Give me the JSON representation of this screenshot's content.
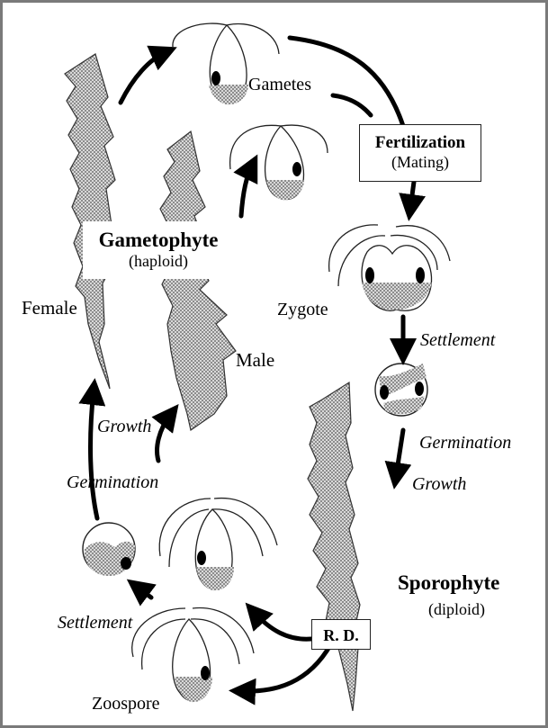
{
  "labels": {
    "gametes": "Gametes",
    "fertilization_title": "Fertilization",
    "fertilization_sub": "(Mating)",
    "gametophyte_title": "Gametophyte",
    "gametophyte_sub": "(haploid)",
    "female": "Female",
    "male": "Male",
    "zygote": "Zygote",
    "settlement_right": "Settlement",
    "germination_right": "Germination",
    "growth_right": "Growth",
    "growth_left": "Growth",
    "germination_left": "Germination",
    "settlement_left": "Settlement",
    "sporophyte_title": "Sporophyte",
    "sporophyte_sub": "(diploid)",
    "rd_box": "R. D.",
    "zoospore": "Zoospore"
  },
  "colors": {
    "stipple": "#9a9a9a",
    "stroke": "#222222",
    "frame": "#7a7a7a"
  }
}
